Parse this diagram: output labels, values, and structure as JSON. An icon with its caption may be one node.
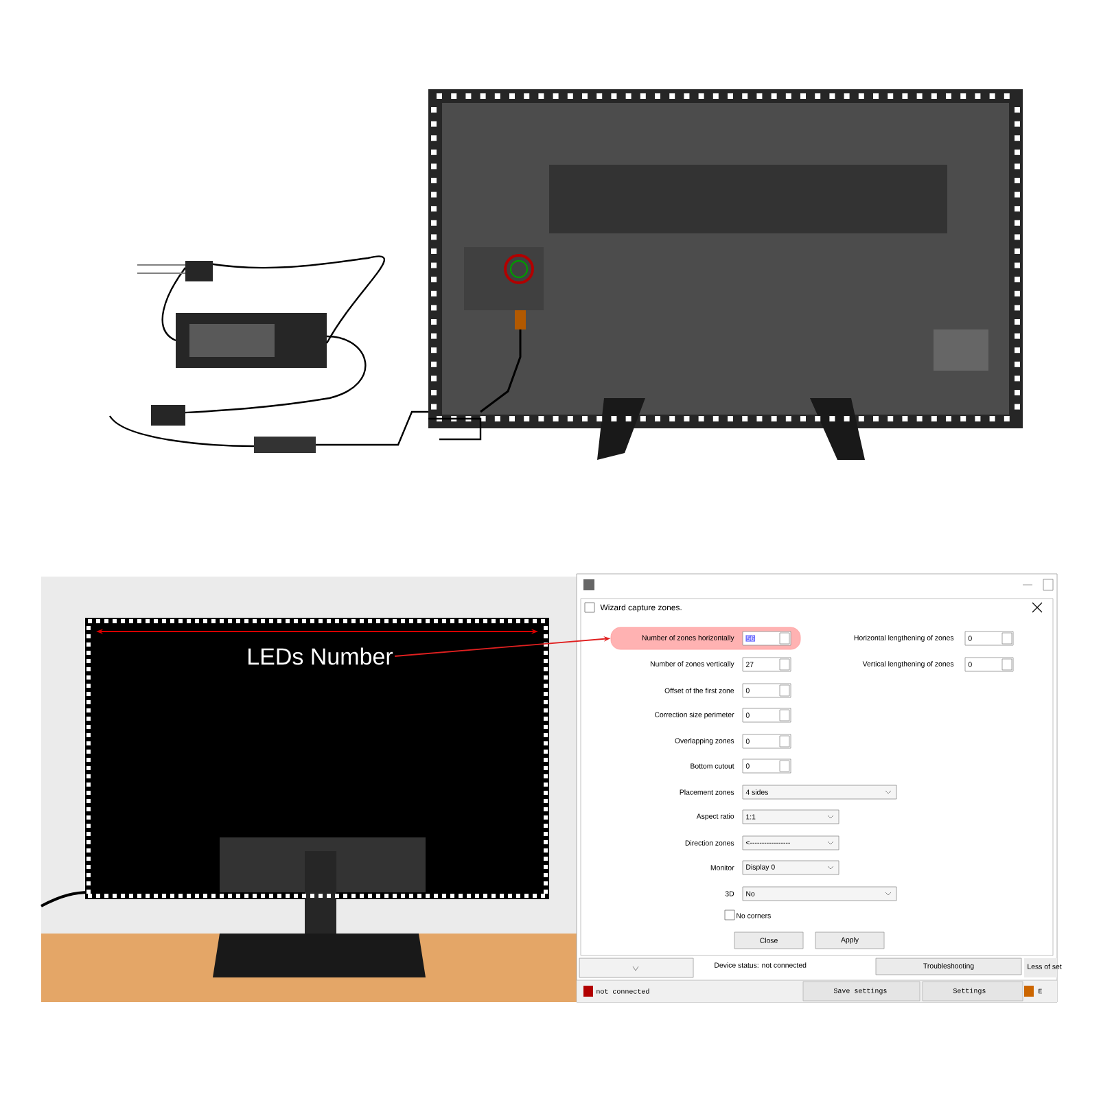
{
  "diagram": {
    "nodes": [
      {
        "text": [
          "LEDs Number"
        ]
      },
      {
        "text": [
          "Number of zones horizontally",
          "56"
        ]
      }
    ],
    "edges": [
      {
        "from": 0,
        "to": 1,
        "arrow": "to",
        "color": "#e02020"
      }
    ],
    "labels": [
      "Wizard capture zones.",
      "Horizontal lengthening of zones",
      "0",
      "Number of zones vertically",
      "27",
      "Vertical lengthening of zones",
      "0",
      "Offset of the first zone",
      "0",
      "Correction size perimeter",
      "0",
      "Overlapping zones",
      "0",
      "Bottom cutout",
      "0",
      "Placement zones",
      "4 sides",
      "Aspect ratio",
      "1:1",
      "Direction zones",
      "<-----------------",
      "Monitor",
      "Display 0",
      "3D",
      "No",
      "No corners",
      "Close",
      "Apply",
      "Device status: not connected",
      "Troubleshooting",
      "Less of set",
      "not connected",
      "Save settings",
      "Settings",
      "E"
    ]
  }
}
